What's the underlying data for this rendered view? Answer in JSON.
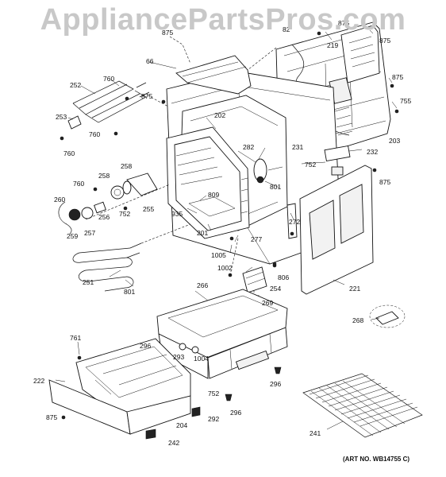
{
  "watermark": "AppliancePartsPros.com",
  "art_number": "(ART NO. WB14755 C)",
  "labels": {
    "l66": "66",
    "l875a": "875",
    "l875b": "875",
    "l875c": "875",
    "l875d": "875",
    "l875e": "875",
    "l875f": "875",
    "l82": "82",
    "l219": "219",
    "l755": "755",
    "l203": "203",
    "l232": "232",
    "l231": "231",
    "l252": "252",
    "l760a": "760",
    "l760b": "760",
    "l760c": "760",
    "l760d": "760",
    "l253": "253",
    "l202": "202",
    "l282": "282",
    "l752a": "752",
    "l752b": "752",
    "l752c": "752",
    "l801a": "801",
    "l801b": "801",
    "l258a": "258",
    "l258b": "258",
    "l260": "260",
    "l256": "256",
    "l255": "255",
    "l259": "259",
    "l257": "257",
    "l809": "809",
    "l935": "935",
    "l201": "201",
    "l277": "277",
    "l272": "272",
    "l1005": "1005",
    "l251": "251",
    "l1002": "1002",
    "l806": "806",
    "l254": "254",
    "l269": "269",
    "l221": "221",
    "l266": "266",
    "l268": "268",
    "l761": "761",
    "l296a": "296",
    "l296b": "296",
    "l296c": "296",
    "l293": "293",
    "l1004": "1004",
    "l222": "222",
    "l292": "292",
    "l204": "204",
    "l242": "242",
    "l241": "241"
  }
}
